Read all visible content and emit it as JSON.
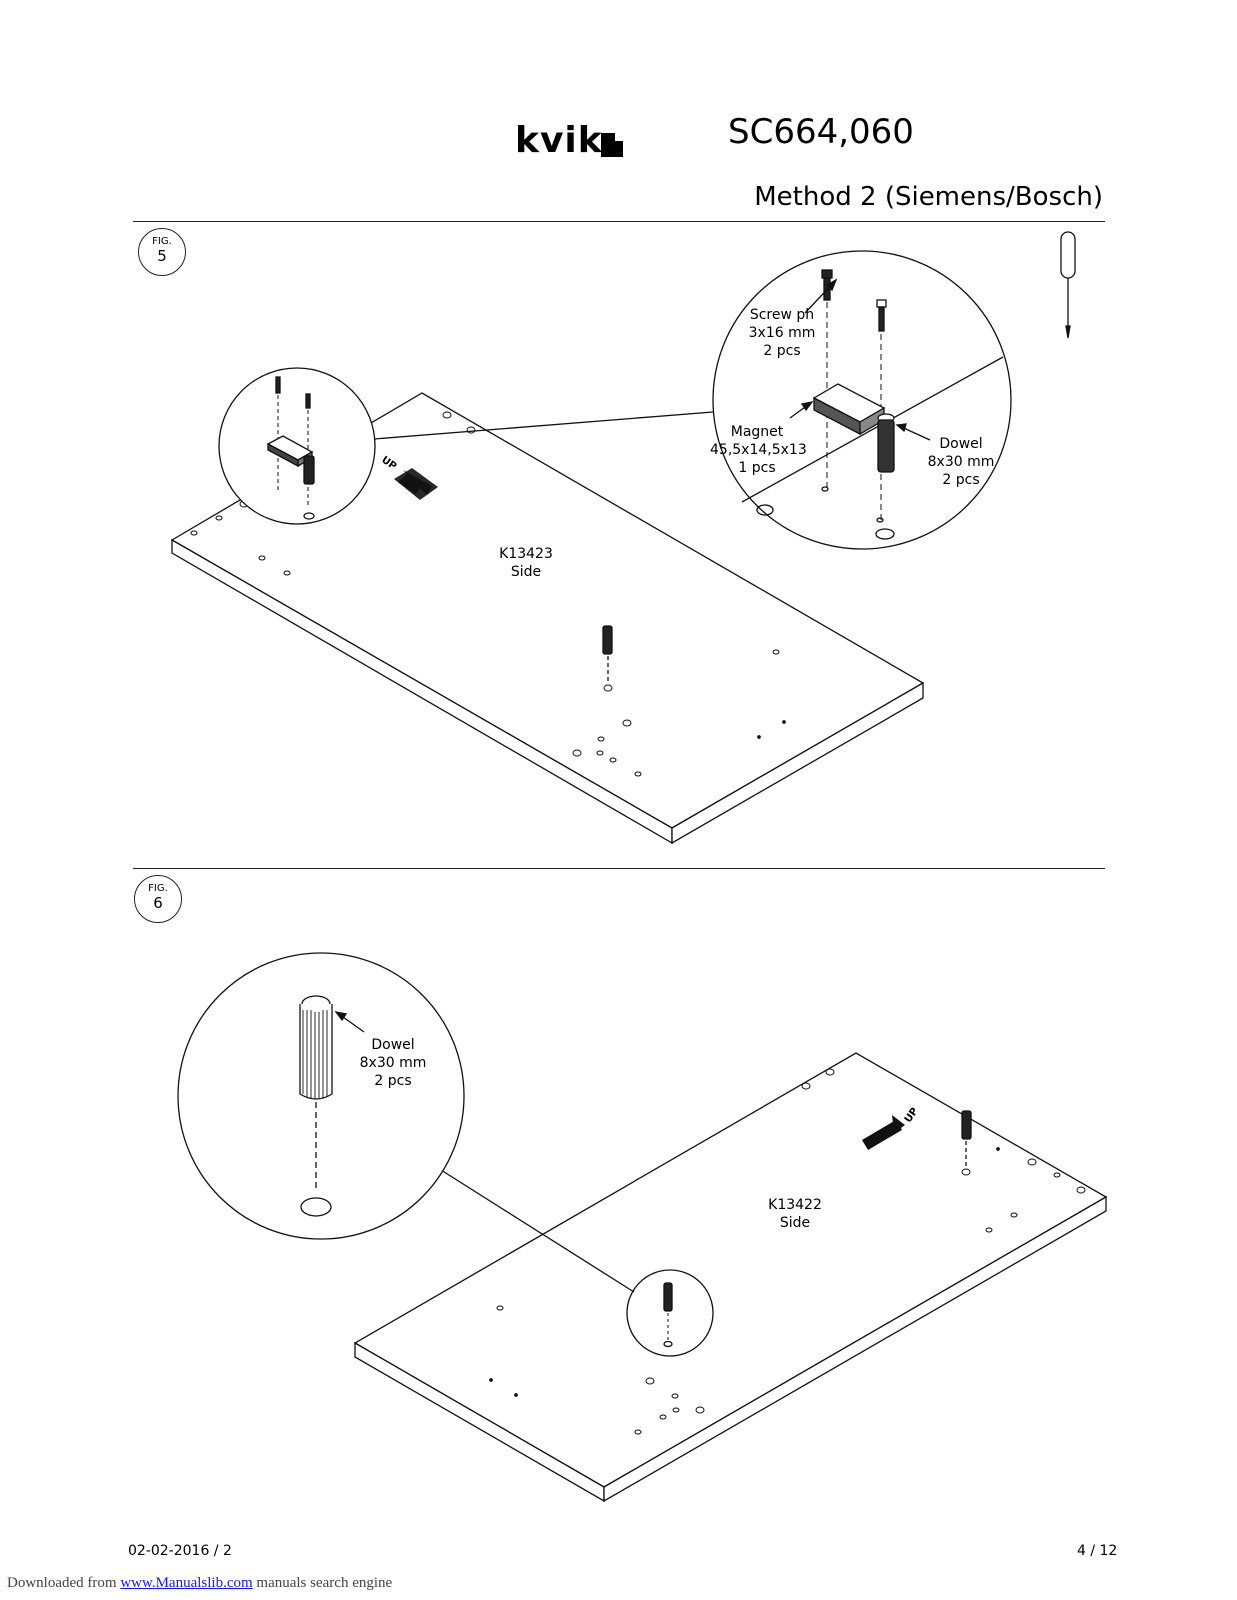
{
  "header": {
    "brand": "kvik",
    "doc_code": "SC664,060",
    "method_title": "Method 2 (Siemens/Bosch)"
  },
  "fig5": {
    "badge_label": "FIG.",
    "badge_number": "5",
    "screw_label": "Screw ph\n3x16 mm\n2 pcs",
    "magnet_label": "Magnet\n45,5x14,5x13\n1 pcs",
    "dowel_label": "Dowel\n8x30 mm\n2 pcs",
    "panel_label": "K13423\nSide",
    "up_mark": "UP",
    "tool_icon": "screwdriver-icon"
  },
  "fig6": {
    "badge_label": "FIG.",
    "badge_number": "6",
    "dowel_label": "Dowel\n8x30 mm\n2 pcs",
    "panel_label": "K13422\nSide",
    "up_mark": "UP"
  },
  "footer": {
    "date": "02-02-2016 / 2",
    "page": "4  / 12",
    "downloaded_prefix": "Downloaded from ",
    "downloaded_link": "www.Manualslib.com",
    "downloaded_suffix": "  manuals search engine"
  }
}
